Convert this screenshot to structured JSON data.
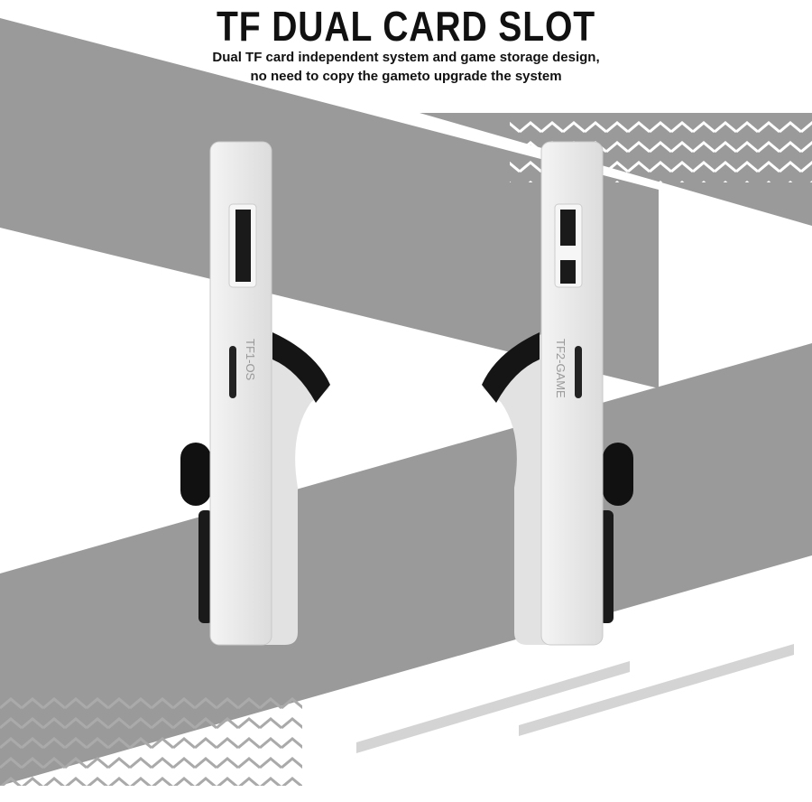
{
  "header": {
    "title": "TF DUAL CARD SLOT",
    "subtitle_line1": "Dual TF  card independent system and game storage design,",
    "subtitle_line2": "no need to copy the gameto upgrade the system"
  },
  "devices": [
    {
      "slot_label": "TF1-OS"
    },
    {
      "slot_label": "TF2-GAME"
    }
  ],
  "colors": {
    "band": "#9a9a9a",
    "body": "#ececec",
    "accent": "#111111"
  }
}
